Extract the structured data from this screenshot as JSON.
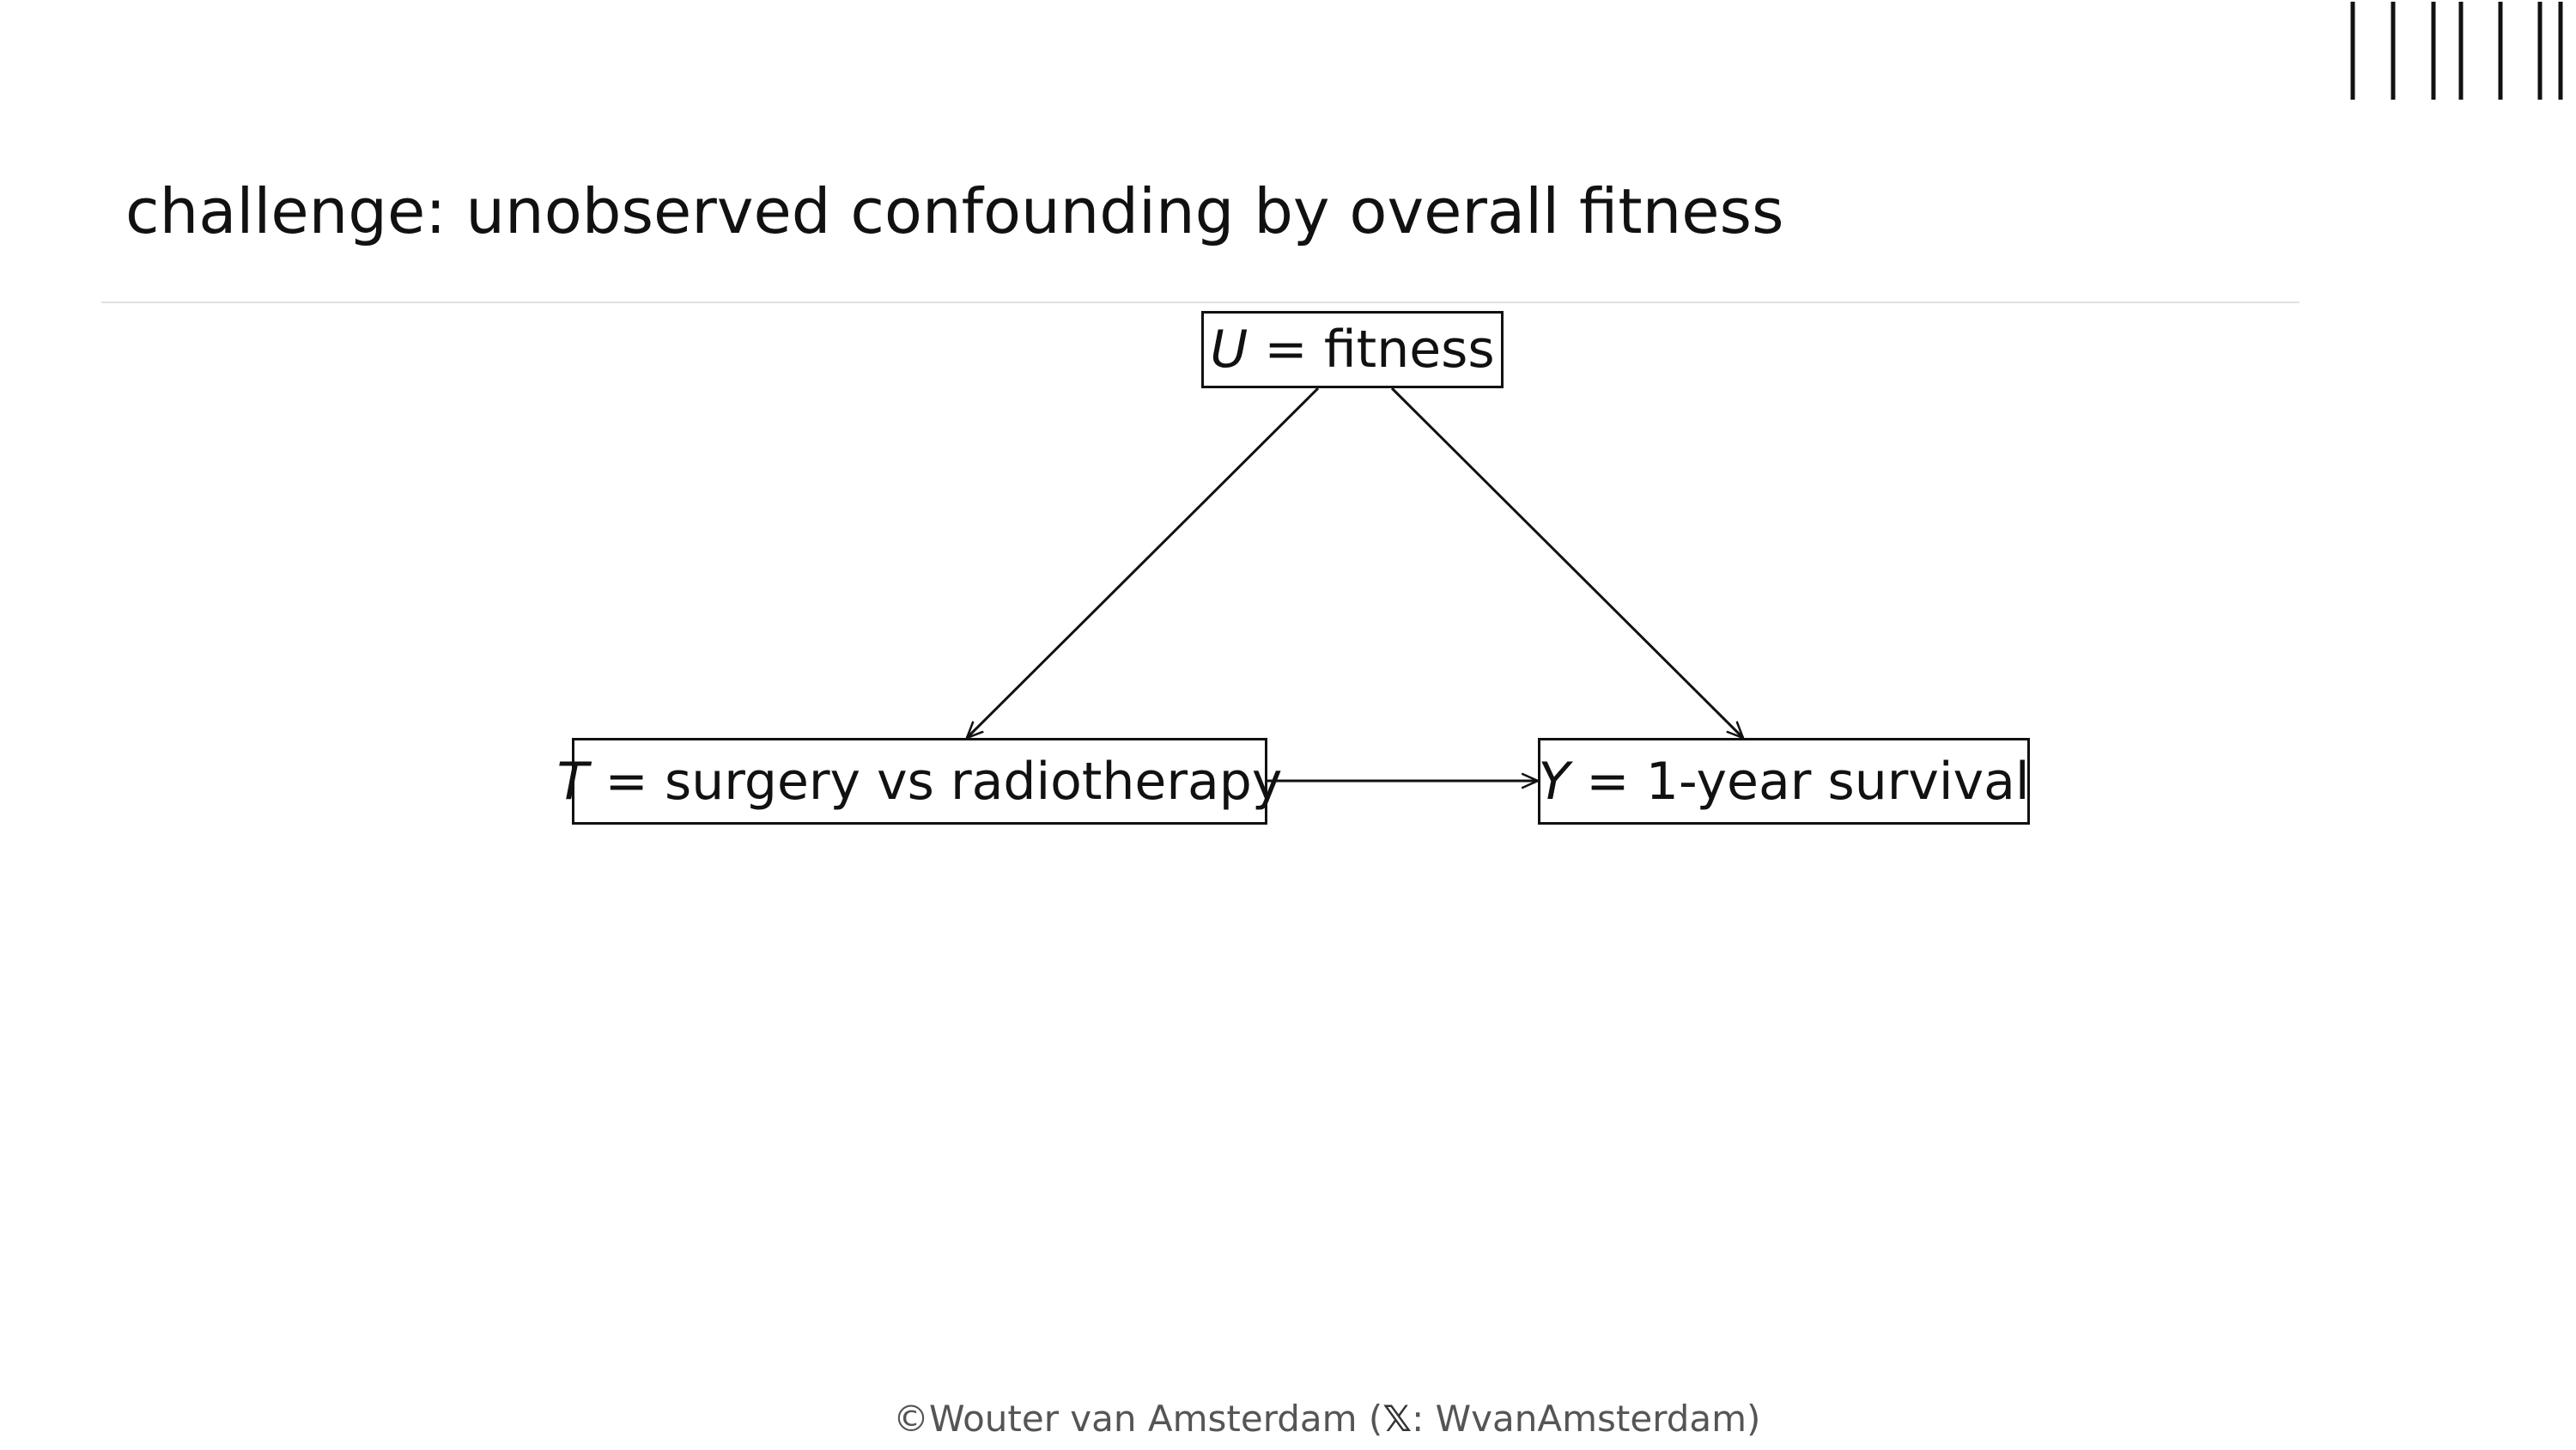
{
  "slide": {
    "title": "challenge: unobserved confounding by overall fitness"
  },
  "diagram": {
    "nodes": {
      "u": {
        "variable": "U",
        "equals": "=",
        "label": "fitness"
      },
      "t": {
        "variable": "T",
        "equals": "=",
        "label": "surgery vs radiotherapy"
      },
      "y": {
        "variable": "Y",
        "equals": "=",
        "label": "1-year survival"
      }
    },
    "edges": [
      {
        "from": "U",
        "to": "T"
      },
      {
        "from": "U",
        "to": "Y"
      },
      {
        "from": "T",
        "to": "Y"
      }
    ]
  },
  "footer": {
    "prefix": "©Wouter van Amsterdam (",
    "logo": "𝕏",
    "suffix": ": WvanAmsterdam)"
  },
  "icons": {
    "top_right": "vertical-bars-decoration",
    "footer_logo": "x-logo-icon"
  }
}
